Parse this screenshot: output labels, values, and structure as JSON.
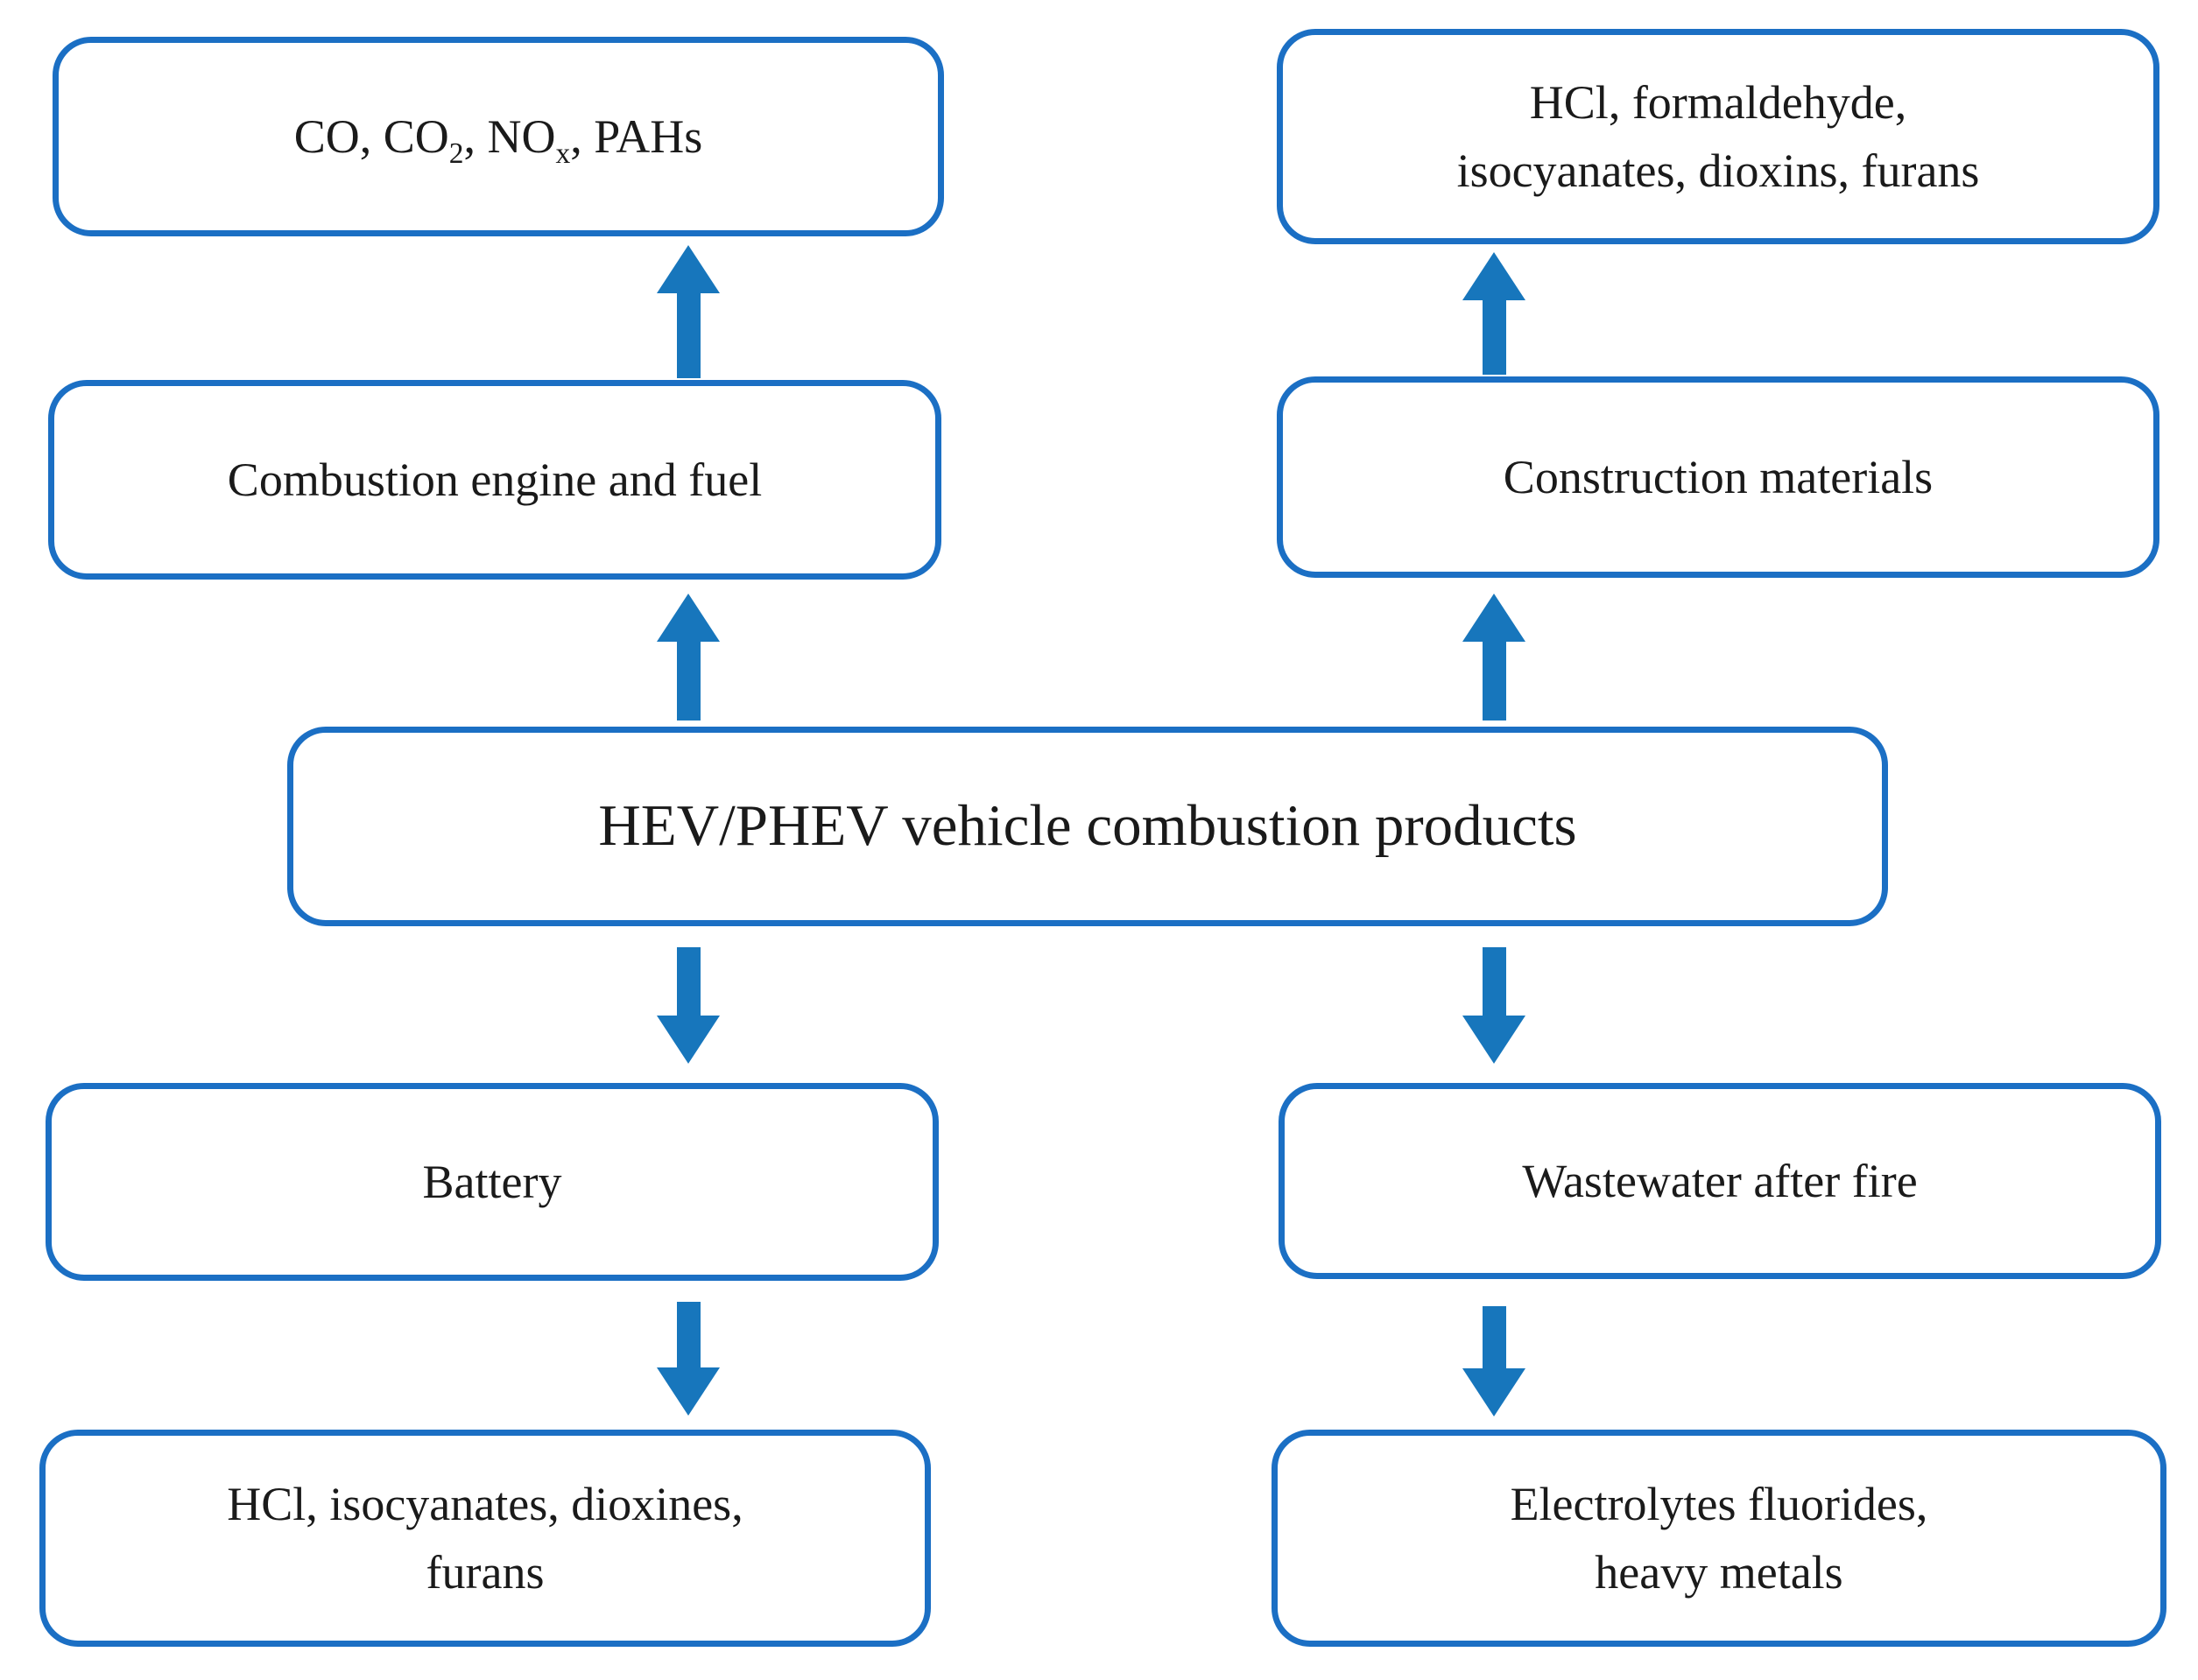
{
  "colors": {
    "box_border": "#1B6FC4",
    "arrow": "#1776BC",
    "text": "#1A1A1A",
    "background": "#FFFFFF"
  },
  "diagram": {
    "center": {
      "label": "HEV/PHEV vehicle combustion products"
    },
    "engine_emissions": {
      "seg1": "CO, CO",
      "sub1": "2",
      "seg2": ", NO",
      "sub2": "x",
      "seg3": ", PAHs"
    },
    "construction_emissions": {
      "label": "HCl, formaldehyde,\nisocyanates, dioxins, furans"
    },
    "engine": {
      "label": "Combustion engine and fuel"
    },
    "construction": {
      "label": "Construction materials"
    },
    "battery": {
      "label": "Battery"
    },
    "wastewater": {
      "label": "Wastewater after fire"
    },
    "battery_emissions": {
      "label": "HCl, isocyanates, dioxines,\nfurans"
    },
    "wastewater_emissions": {
      "label": "Electrolytes fluorides,\nheavy metals"
    }
  },
  "arrows": [
    {
      "icon": "arrow-up-icon",
      "from": "engine",
      "to": "engine_emissions"
    },
    {
      "icon": "arrow-up-icon",
      "from": "construction",
      "to": "construction_emissions"
    },
    {
      "icon": "arrow-up-icon",
      "from": "center",
      "to": "engine"
    },
    {
      "icon": "arrow-up-icon",
      "from": "center",
      "to": "construction"
    },
    {
      "icon": "arrow-down-icon",
      "from": "center",
      "to": "battery"
    },
    {
      "icon": "arrow-down-icon",
      "from": "center",
      "to": "wastewater"
    },
    {
      "icon": "arrow-down-icon",
      "from": "battery",
      "to": "battery_emissions"
    },
    {
      "icon": "arrow-down-icon",
      "from": "wastewater",
      "to": "wastewater_emissions"
    }
  ]
}
